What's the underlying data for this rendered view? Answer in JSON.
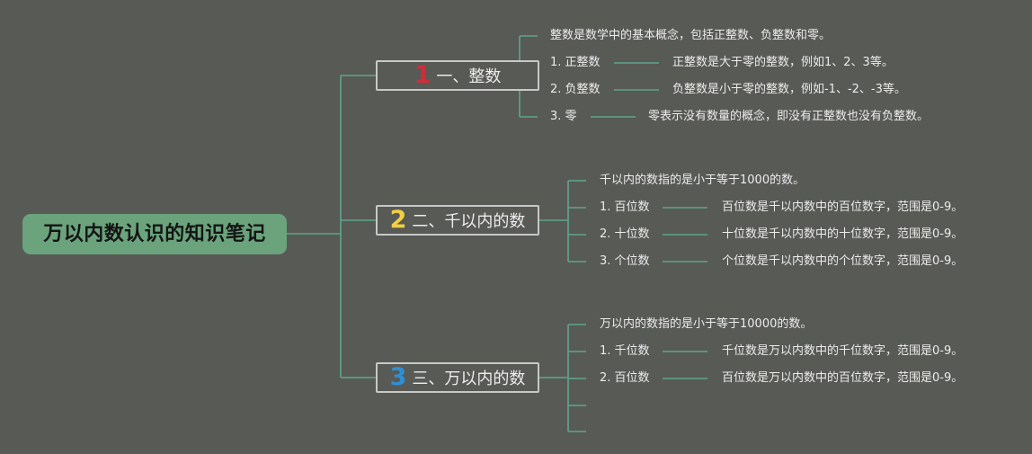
{
  "colors": {
    "background": "#585a56",
    "connector": "#5fa58e",
    "root_fill": "#6aa37c",
    "branch1_number": "#cf2d3b",
    "branch2_number": "#f2cf45",
    "branch3_number": "#2f8fd3"
  },
  "root": {
    "title": "万以内数认识的知识笔记"
  },
  "branches": [
    {
      "number": "1",
      "label": "一、整数",
      "intro": "整数是数学中的基本概念，包括正整数、负整数和零。",
      "items": [
        {
          "term": "1. 正整数",
          "desc": "正整数是大于零的整数，例如1、2、3等。"
        },
        {
          "term": "2. 负整数",
          "desc": "负整数是小于零的整数，例如-1、-2、-3等。"
        },
        {
          "term": "3. 零",
          "desc": "零表示没有数量的概念，即没有正整数也没有负整数。"
        }
      ]
    },
    {
      "number": "2",
      "label": "二、千以内的数",
      "intro": "千以内的数指的是小于等于1000的数。",
      "items": [
        {
          "term": "1. 百位数",
          "desc": "百位数是千以内数中的百位数字，范围是0-9。"
        },
        {
          "term": "2. 十位数",
          "desc": "十位数是千以内数中的十位数字，范围是0-9。"
        },
        {
          "term": "3. 个位数",
          "desc": "个位数是千以内数中的个位数字，范围是0-9。"
        }
      ]
    },
    {
      "number": "3",
      "label": "三、万以内的数",
      "intro": "万以内的数指的是小于等于10000的数。",
      "items": [
        {
          "term": "1. 千位数",
          "desc": "千位数是万以内数中的千位数字，范围是0-9。"
        },
        {
          "term": "2. 百位数",
          "desc": "百位数是万以内数中的百位数字，范围是0-9。"
        }
      ]
    }
  ]
}
